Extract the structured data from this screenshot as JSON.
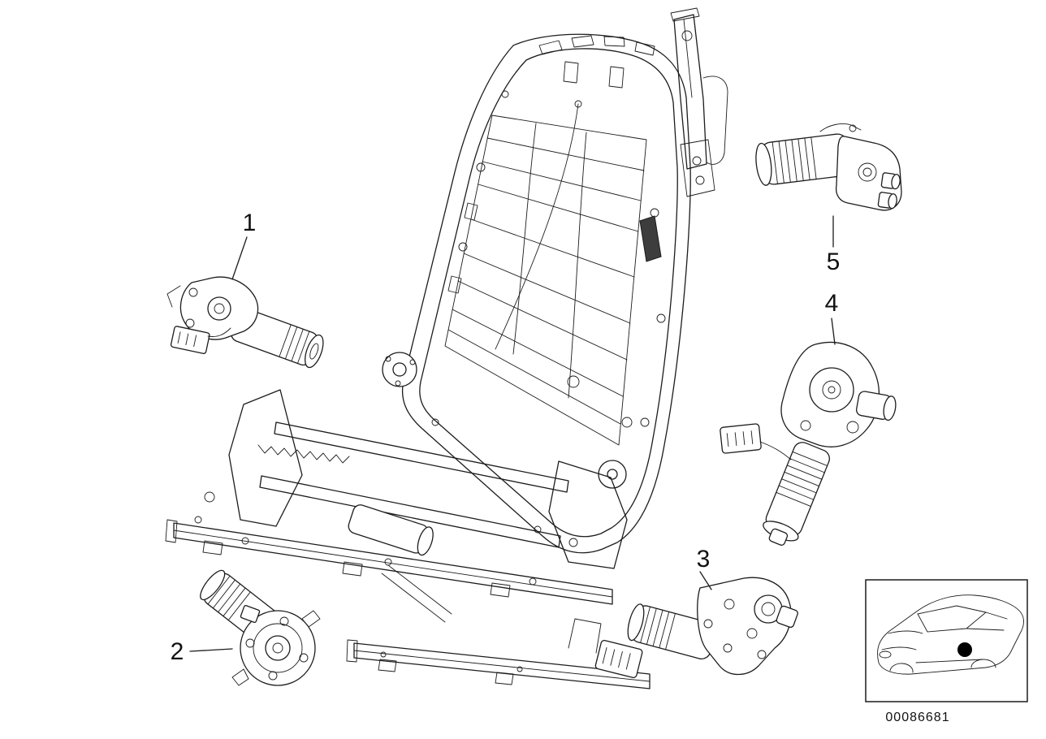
{
  "page": {
    "background_color": "#ffffff",
    "line_color": "#1c1c1c"
  },
  "diagram": {
    "callouts": [
      {
        "label": "1"
      },
      {
        "label": "2"
      },
      {
        "label": "3"
      },
      {
        "label": "4"
      },
      {
        "label": "5"
      }
    ],
    "image_code": "00086681"
  }
}
